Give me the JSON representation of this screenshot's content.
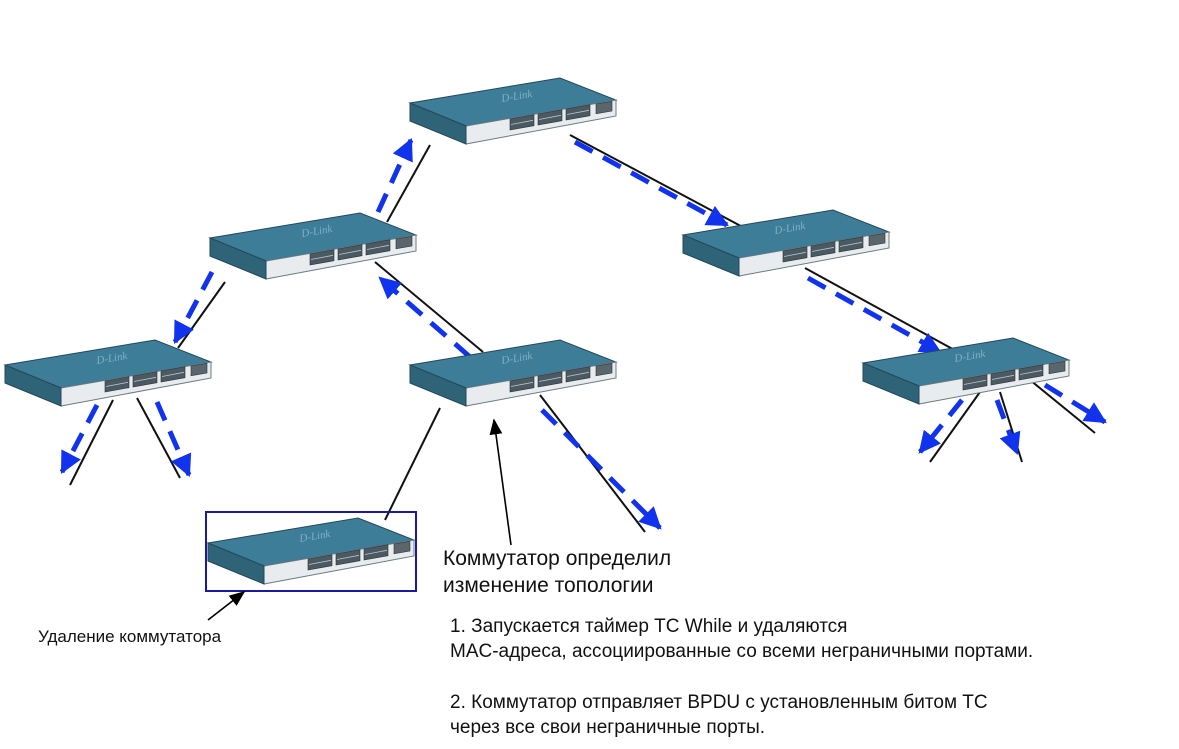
{
  "brand_label": "D-Link",
  "colors": {
    "switch_top": "#3e7d97",
    "switch_front": "#e9ecee",
    "switch_side": "#2f6378",
    "link": "#111111",
    "bpdu_arrow": "#1133ee",
    "highlight_box": "#1a1a9e"
  },
  "labels": {
    "switch_detected": [
      "Коммутатор определил",
      "изменение топологии"
    ],
    "switch_removal": "Удаление коммутатора",
    "step1": [
      "1. Запускается таймер TC While и удаляются",
      "MAC-адреса, ассоциированные со всеми неграничными портами."
    ],
    "step2": [
      "2. Коммутатор отправляет BPDU с установленным битом TC",
      "через все свои неграничные порты."
    ]
  }
}
